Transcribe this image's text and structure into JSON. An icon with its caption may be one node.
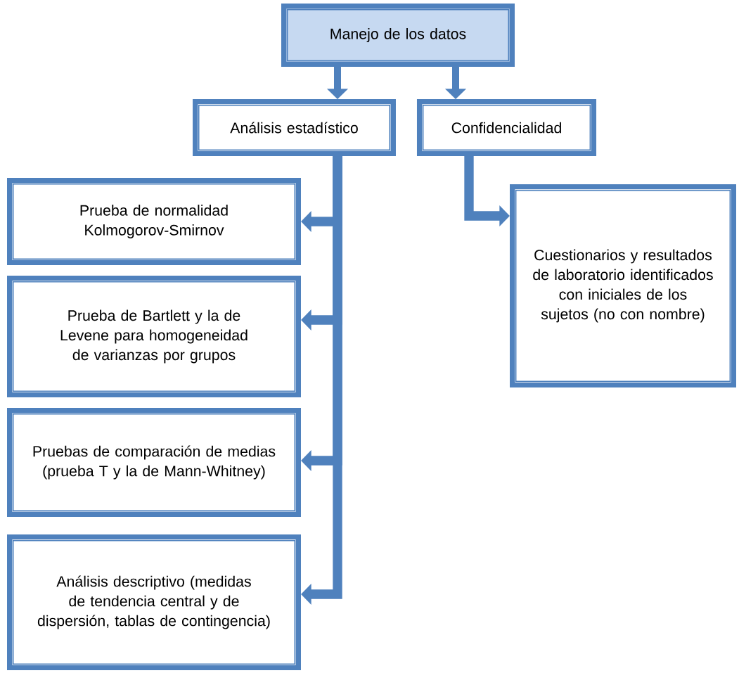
{
  "diagram": {
    "nodes": [
      {
        "text": [
          "Manejo de los datos"
        ]
      },
      {
        "text": [
          "Análisis estadístico"
        ]
      },
      {
        "text": [
          "Confidencialidad"
        ]
      },
      {
        "text": [
          "Prueba de normalidad Kolmogorov-Smirnov"
        ]
      },
      {
        "text": [
          "Prueba de Bartlett y la de Levene para homogeneidad de varianzas por grupos"
        ]
      },
      {
        "text": [
          "Pruebas de comparación de medias (prueba T y la de Mann-Whitney)"
        ]
      },
      {
        "text": [
          "Análisis descriptivo (medidas de tendencia central y de dispersión, tablas de contingencia)"
        ]
      },
      {
        "text": [
          "Cuestionarios y resultados de laboratorio identificados con iniciales de los sujetos (no con nombre)"
        ]
      }
    ],
    "edges": [
      {
        "from": 0,
        "to": 1,
        "arrow": "to"
      },
      {
        "from": 0,
        "to": 2,
        "arrow": "to"
      },
      {
        "from": 1,
        "to": 3,
        "arrow": "to"
      },
      {
        "from": 1,
        "to": 4,
        "arrow": "to"
      },
      {
        "from": 1,
        "to": 5,
        "arrow": "to"
      },
      {
        "from": 1,
        "to": 6,
        "arrow": "to"
      },
      {
        "from": 2,
        "to": 7,
        "arrow": "to"
      }
    ]
  }
}
